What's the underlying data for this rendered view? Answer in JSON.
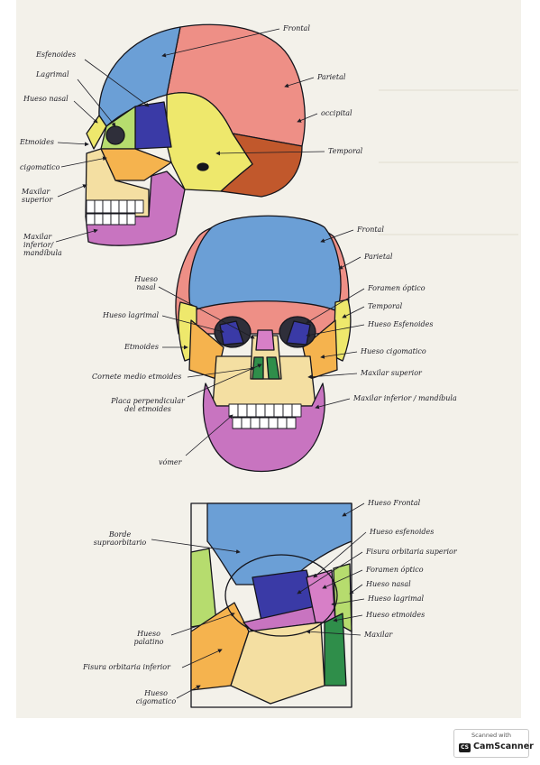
{
  "colors": {
    "paper": "#f3f1ea",
    "frontal": "#6b9fd6",
    "parietal": "#ee8f86",
    "occipital": "#c1582c",
    "temporal": "#eee86c",
    "sphenoid": "#3a3aa6",
    "zygomatic": "#f5b34e",
    "maxilla": "#f4dfa2",
    "mandible": "#c874c0",
    "ethmoid": "#b6dc6e",
    "nasal": "#2f8e4a",
    "lacrimal": "#d77fc7"
  },
  "lateral_view": {
    "labels": {
      "esfenoides": "Esfenoides",
      "lagrimal": "Lagrimal",
      "hueso_nasal": "Hueso nasal",
      "etmoides": "Etmoides",
      "cigomatico": "cigomatico",
      "maxilar_superior": "Maxilar\nsuperior",
      "maxilar_inferior": "Maxilar\ninferior/\nmandíbula",
      "frontal": "Frontal",
      "parietal": "Parietal",
      "occipital": "occipital",
      "temporal": "Temporal"
    }
  },
  "frontal_view": {
    "labels": {
      "frontal": "Frontal",
      "parietal": "Parietal",
      "foramen_optico": "Foramen óptico",
      "temporal": "Temporal",
      "esfenoides": "Hueso Esfenoides",
      "cigomatico": "Hueso cigomatico",
      "maxilar_superior": "Maxilar superior",
      "maxilar_inferior": "Maxilar inferior / mandíbula",
      "hueso_nasal": "Hueso\nnasal",
      "hueso_lagrimal": "Hueso lagrimal",
      "etmoides": "Etmoides",
      "cornete": "Cornete medio etmoides",
      "placa": "Placa perpendicular\ndel etmoides",
      "vomer": "vómer"
    }
  },
  "orbit_view": {
    "labels": {
      "frontal": "Hueso Frontal",
      "esfenoides": "Hueso esfenoides",
      "fisura_sup": "Fisura orbitaria superior",
      "foramen": "Foramen óptico",
      "nasal": "Hueso nasal",
      "lagrimal": "Hueso lagrimal",
      "etmoides": "Hueso etmoides",
      "maxilar": "Maxilar",
      "borde": "Borde\nsupraorbitario",
      "palatino": "Hueso\npalatino",
      "fisura_inf": "Fisura orbitaria inferior",
      "cigomatico": "Hueso\ncigomatico"
    }
  },
  "watermark": {
    "scanned_with": "Scanned with",
    "brand": "CamScanner",
    "logo_text": "CS"
  }
}
